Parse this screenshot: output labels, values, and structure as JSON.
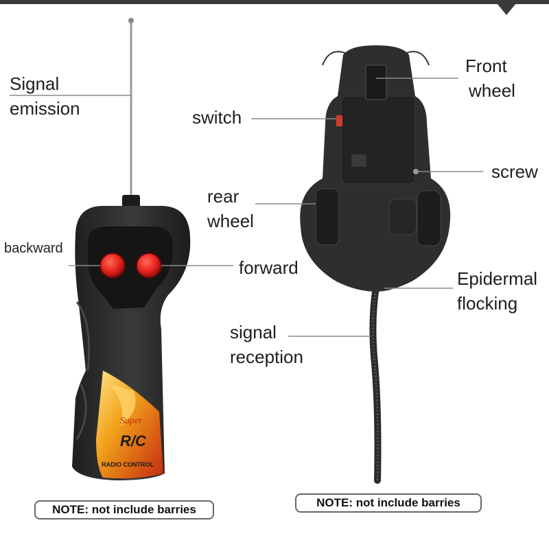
{
  "labels": {
    "signal_emission_1": "Signal",
    "signal_emission_2": "emission",
    "backward": "backward",
    "forward": "forward",
    "switch": "switch",
    "front_wheel_1": "Front",
    "front_wheel_2": "wheel",
    "screw": "screw",
    "rear_wheel_1": "rear",
    "rear_wheel_2": "wheel",
    "epidermal_1": "Epidermal",
    "epidermal_2": "flocking",
    "signal_reception_1": "signal",
    "signal_reception_2": "reception"
  },
  "remote_logo": {
    "script_text": "Super",
    "rc_text": "R/C",
    "radio_text": "RADIO CONTROL"
  },
  "notes": {
    "left": "NOTE: not include barries",
    "right": "NOTE: not include barries"
  },
  "colors": {
    "button_red": "#e8221e",
    "remote_body": "#2b2b2b",
    "mouse_body": "#2e2e2e",
    "flame": "#f2a21a"
  }
}
